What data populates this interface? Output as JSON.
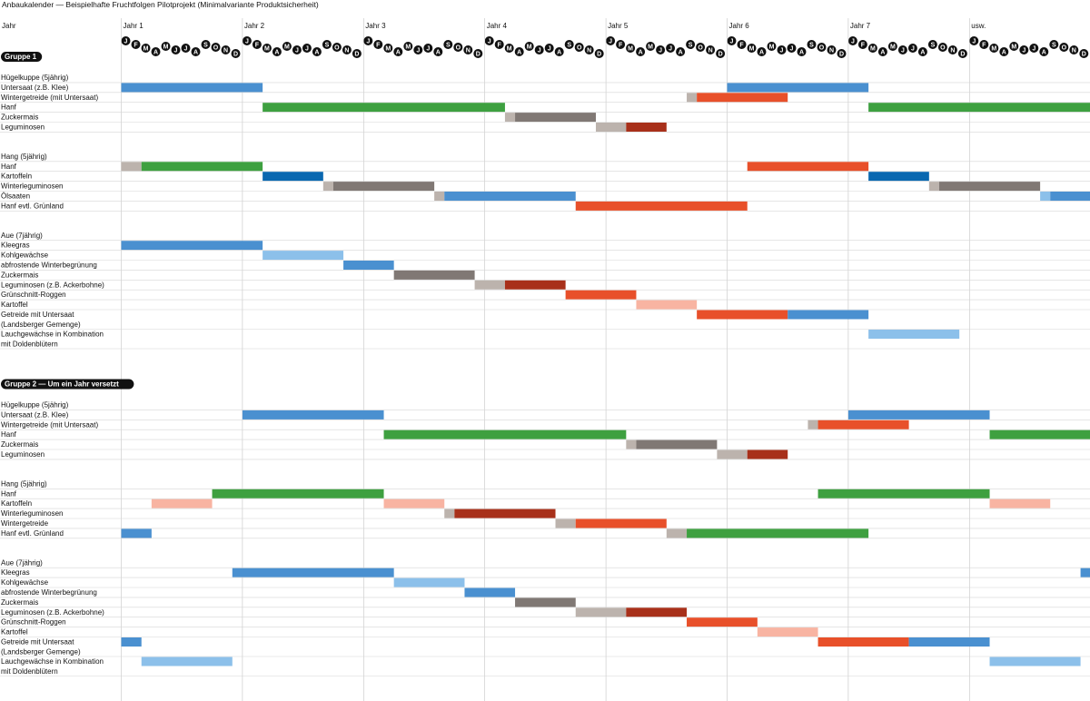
{
  "title": "Anbaukalender — Beispielhafte Fruchtfolgen Pilotprojekt (Minimalvariante Produktsicherheit)",
  "header": {
    "jahr_label": "Jahr",
    "years": [
      "Jahr 1",
      "Jahr 2",
      "Jahr 3",
      "Jahr 4",
      "Jahr 5",
      "Jahr 6",
      "Jahr 7",
      "usw."
    ],
    "months": [
      "J",
      "F",
      "M",
      "A",
      "M",
      "J",
      "J",
      "A",
      "S",
      "O",
      "N",
      "D"
    ]
  },
  "colors": {
    "blue": "#4a90d0",
    "darkblue": "#0a68b0",
    "lightblue": "#8cc0ea",
    "green": "#3ea040",
    "red": "#e8502a",
    "darkred": "#a8301a",
    "gray": "#807874",
    "lightgray": "#bcb3ad",
    "salmon": "#f8b4a2"
  },
  "chart_data": {
    "type": "gantt",
    "x_unit": "months since January of Jahr 1",
    "xlim": [
      0,
      96
    ],
    "groups": [
      {
        "label": "Gruppe 1",
        "sections": [
          {
            "title": "Hügelkuppe (5jährig)",
            "rows": [
              {
                "label": "Untersaat (z.B. Klee)",
                "bars": [
                  {
                    "start": 0,
                    "end": 14,
                    "color": "blue"
                  },
                  {
                    "start": 60,
                    "end": 74,
                    "color": "blue"
                  }
                ]
              },
              {
                "label": "Wintergetreide (mit Untersaat)",
                "bars": [
                  {
                    "start": 56,
                    "end": 57,
                    "color": "lightgray"
                  },
                  {
                    "start": 57,
                    "end": 66,
                    "color": "red"
                  }
                ]
              },
              {
                "label": "Hanf",
                "bars": [
                  {
                    "start": 14,
                    "end": 38,
                    "color": "green"
                  },
                  {
                    "start": 74,
                    "end": 96,
                    "color": "green"
                  }
                ]
              },
              {
                "label": "Zuckermais",
                "bars": [
                  {
                    "start": 38,
                    "end": 39,
                    "color": "lightgray"
                  },
                  {
                    "start": 39,
                    "end": 47,
                    "color": "gray"
                  }
                ]
              },
              {
                "label": "Leguminosen",
                "bars": [
                  {
                    "start": 47,
                    "end": 50,
                    "color": "lightgray"
                  },
                  {
                    "start": 50,
                    "end": 54,
                    "color": "darkred"
                  }
                ]
              }
            ]
          },
          {
            "title": "Hang (5jährig)",
            "rows": [
              {
                "label": "Hanf",
                "bars": [
                  {
                    "start": 0,
                    "end": 2,
                    "color": "lightgray"
                  },
                  {
                    "start": 2,
                    "end": 14,
                    "color": "green"
                  },
                  {
                    "start": 62,
                    "end": 74,
                    "color": "red"
                  }
                ]
              },
              {
                "label": "Kartoffeln",
                "bars": [
                  {
                    "start": 14,
                    "end": 20,
                    "color": "darkblue"
                  },
                  {
                    "start": 74,
                    "end": 80,
                    "color": "darkblue"
                  }
                ]
              },
              {
                "label": "Winterleguminosen",
                "bars": [
                  {
                    "start": 20,
                    "end": 21,
                    "color": "lightgray"
                  },
                  {
                    "start": 21,
                    "end": 31,
                    "color": "gray"
                  },
                  {
                    "start": 80,
                    "end": 81,
                    "color": "lightgray"
                  },
                  {
                    "start": 81,
                    "end": 91,
                    "color": "gray"
                  }
                ]
              },
              {
                "label": "Ölsaaten",
                "bars": [
                  {
                    "start": 31,
                    "end": 32,
                    "color": "lightgray"
                  },
                  {
                    "start": 32,
                    "end": 45,
                    "color": "blue"
                  },
                  {
                    "start": 91,
                    "end": 92,
                    "color": "lightblue"
                  },
                  {
                    "start": 92,
                    "end": 96,
                    "color": "blue"
                  }
                ]
              },
              {
                "label": "Hanf evtl. Grünland",
                "bars": [
                  {
                    "start": 45,
                    "end": 62,
                    "color": "red"
                  }
                ]
              }
            ]
          },
          {
            "title": "Aue (7jährig)",
            "rows": [
              {
                "label": "Kleegras",
                "bars": [
                  {
                    "start": 0,
                    "end": 14,
                    "color": "blue"
                  }
                ]
              },
              {
                "label": "Kohlgewächse",
                "bars": [
                  {
                    "start": 14,
                    "end": 22,
                    "color": "lightblue"
                  }
                ]
              },
              {
                "label": "abfrostende Winterbegrünung",
                "bars": [
                  {
                    "start": 22,
                    "end": 27,
                    "color": "blue"
                  }
                ]
              },
              {
                "label": "Zuckermais",
                "bars": [
                  {
                    "start": 27,
                    "end": 35,
                    "color": "gray"
                  }
                ]
              },
              {
                "label": "Leguminosen (z.B. Ackerbohne)",
                "bars": [
                  {
                    "start": 35,
                    "end": 38,
                    "color": "lightgray"
                  },
                  {
                    "start": 38,
                    "end": 44,
                    "color": "darkred"
                  }
                ]
              },
              {
                "label": "Grünschnitt-Roggen",
                "bars": [
                  {
                    "start": 44,
                    "end": 51,
                    "color": "red"
                  }
                ]
              },
              {
                "label": "Kartoffel",
                "bars": [
                  {
                    "start": 51,
                    "end": 57,
                    "color": "salmon"
                  }
                ]
              },
              {
                "label": "Getreide mit Untersaat",
                "label2": "(Landsberger Gemenge)",
                "bars": [
                  {
                    "start": 57,
                    "end": 66,
                    "color": "red"
                  },
                  {
                    "start": 66,
                    "end": 74,
                    "color": "blue"
                  }
                ]
              },
              {
                "label": "Lauchgewächse in Kombination",
                "label2": "mit Doldenblütern",
                "bars": [
                  {
                    "start": 74,
                    "end": 83,
                    "color": "lightblue"
                  }
                ]
              }
            ]
          }
        ]
      },
      {
        "label": "Gruppe 2 — Um ein Jahr versetzt",
        "sections": [
          {
            "title": "Hügelkuppe (5jährig)",
            "rows": [
              {
                "label": "Untersaat (z.B. Klee)",
                "bars": [
                  {
                    "start": 12,
                    "end": 26,
                    "color": "blue"
                  },
                  {
                    "start": 72,
                    "end": 86,
                    "color": "blue"
                  }
                ]
              },
              {
                "label": "Wintergetreide (mit Untersaat)",
                "bars": [
                  {
                    "start": 68,
                    "end": 69,
                    "color": "lightgray"
                  },
                  {
                    "start": 69,
                    "end": 78,
                    "color": "red"
                  }
                ]
              },
              {
                "label": "Hanf",
                "bars": [
                  {
                    "start": 26,
                    "end": 50,
                    "color": "green"
                  },
                  {
                    "start": 86,
                    "end": 96,
                    "color": "green"
                  }
                ]
              },
              {
                "label": "Zuckermais",
                "bars": [
                  {
                    "start": 50,
                    "end": 51,
                    "color": "lightgray"
                  },
                  {
                    "start": 51,
                    "end": 59,
                    "color": "gray"
                  }
                ]
              },
              {
                "label": "Leguminosen",
                "bars": [
                  {
                    "start": 59,
                    "end": 62,
                    "color": "lightgray"
                  },
                  {
                    "start": 62,
                    "end": 66,
                    "color": "darkred"
                  }
                ]
              }
            ]
          },
          {
            "title": "Hang (5jährig)",
            "rows": [
              {
                "label": "Hanf",
                "bars": [
                  {
                    "start": 9,
                    "end": 26,
                    "color": "green"
                  },
                  {
                    "start": 69,
                    "end": 86,
                    "color": "green"
                  }
                ]
              },
              {
                "label": "Kartoffeln",
                "bars": [
                  {
                    "start": 3,
                    "end": 9,
                    "color": "salmon"
                  },
                  {
                    "start": 26,
                    "end": 32,
                    "color": "salmon"
                  },
                  {
                    "start": 86,
                    "end": 92,
                    "color": "salmon"
                  }
                ]
              },
              {
                "label": "Winterleguminosen",
                "bars": [
                  {
                    "start": 32,
                    "end": 33,
                    "color": "lightgray"
                  },
                  {
                    "start": 33,
                    "end": 43,
                    "color": "darkred"
                  }
                ]
              },
              {
                "label": "Wintergetreide",
                "bars": [
                  {
                    "start": 43,
                    "end": 45,
                    "color": "lightgray"
                  },
                  {
                    "start": 45,
                    "end": 54,
                    "color": "red"
                  }
                ]
              },
              {
                "label": "Hanf evtl. Grünland",
                "bars": [
                  {
                    "start": 0,
                    "end": 3,
                    "color": "blue"
                  },
                  {
                    "start": 54,
                    "end": 56,
                    "color": "lightgray"
                  },
                  {
                    "start": 56,
                    "end": 74,
                    "color": "green"
                  }
                ]
              }
            ]
          },
          {
            "title": "Aue (7jährig)",
            "rows": [
              {
                "label": "Kleegras",
                "bars": [
                  {
                    "start": 11,
                    "end": 27,
                    "color": "blue"
                  },
                  {
                    "start": 95,
                    "end": 96,
                    "color": "blue"
                  }
                ]
              },
              {
                "label": "Kohlgewächse",
                "bars": [
                  {
                    "start": 27,
                    "end": 34,
                    "color": "lightblue"
                  }
                ]
              },
              {
                "label": "abfrostende Winterbegrünung",
                "bars": [
                  {
                    "start": 34,
                    "end": 39,
                    "color": "blue"
                  }
                ]
              },
              {
                "label": "Zuckermais",
                "bars": [
                  {
                    "start": 39,
                    "end": 45,
                    "color": "gray"
                  }
                ]
              },
              {
                "label": "Leguminosen (z.B. Ackerbohne)",
                "bars": [
                  {
                    "start": 45,
                    "end": 50,
                    "color": "lightgray"
                  },
                  {
                    "start": 50,
                    "end": 56,
                    "color": "darkred"
                  }
                ]
              },
              {
                "label": "Grünschnitt-Roggen",
                "bars": [
                  {
                    "start": 56,
                    "end": 63,
                    "color": "red"
                  }
                ]
              },
              {
                "label": "Kartoffel",
                "bars": [
                  {
                    "start": 63,
                    "end": 69,
                    "color": "salmon"
                  }
                ]
              },
              {
                "label": "Getreide mit Untersaat",
                "label2": "(Landsberger Gemenge)",
                "bars": [
                  {
                    "start": 0,
                    "end": 2,
                    "color": "blue"
                  },
                  {
                    "start": 69,
                    "end": 78,
                    "color": "red"
                  },
                  {
                    "start": 78,
                    "end": 86,
                    "color": "blue"
                  }
                ]
              },
              {
                "label": "Lauchgewächse in Kombination",
                "label2": "mit Doldenblütern",
                "bars": [
                  {
                    "start": 2,
                    "end": 11,
                    "color": "lightblue"
                  },
                  {
                    "start": 86,
                    "end": 95,
                    "color": "lightblue"
                  }
                ]
              }
            ]
          }
        ]
      }
    ]
  }
}
